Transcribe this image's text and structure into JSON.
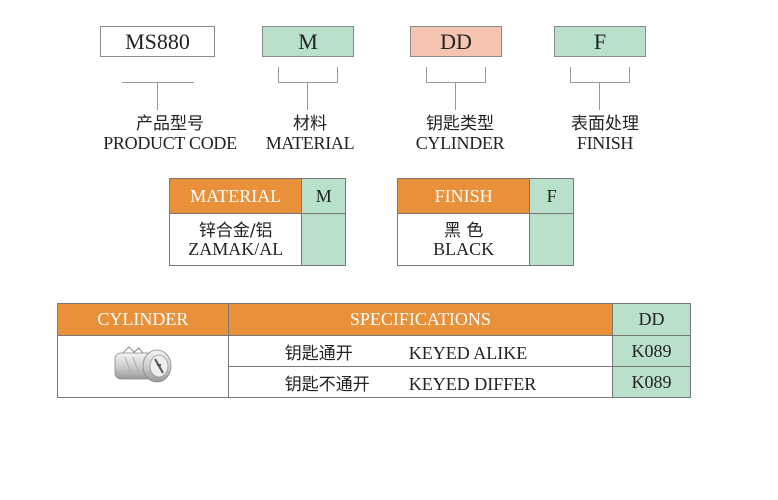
{
  "code_boxes": [
    {
      "value": "MS880",
      "label_cn": "产品型号",
      "label_en": "PRODUCT CODE",
      "fill": "#ffffff"
    },
    {
      "value": "M",
      "label_cn": "材料",
      "label_en": "MATERIAL",
      "fill": "#b9e0cb"
    },
    {
      "value": "DD",
      "label_cn": "钥匙类型",
      "label_en": "CYLINDER",
      "fill": "#f6c5b2"
    },
    {
      "value": "F",
      "label_cn": "表面处理",
      "label_en": "FINISH",
      "fill": "#b9e0cb"
    }
  ],
  "material_table": {
    "header": "MATERIAL",
    "code_header": "M",
    "option_cn": "锌合金/铝",
    "option_en": "ZAMAK/AL",
    "option_code": ""
  },
  "finish_table": {
    "header": "FINISH",
    "code_header": "F",
    "option_cn": "黑 色",
    "option_en": "BLACK",
    "option_code": ""
  },
  "cylinder_table": {
    "header_cylinder": "CYLINDER",
    "header_specs": "SPECIFICATIONS",
    "header_code": "DD",
    "image_icon": "lock-cylinder-icon",
    "rows": [
      {
        "spec_cn": "钥匙通开",
        "spec_en": "KEYED ALIKE",
        "code": "K089"
      },
      {
        "spec_cn": "钥匙不通开",
        "spec_en": "KEYED DIFFER",
        "code": "K089"
      }
    ]
  },
  "colors": {
    "header_orange": "#e8913a",
    "code_green": "#b9e0cb",
    "code_pink": "#f6c5b2"
  }
}
